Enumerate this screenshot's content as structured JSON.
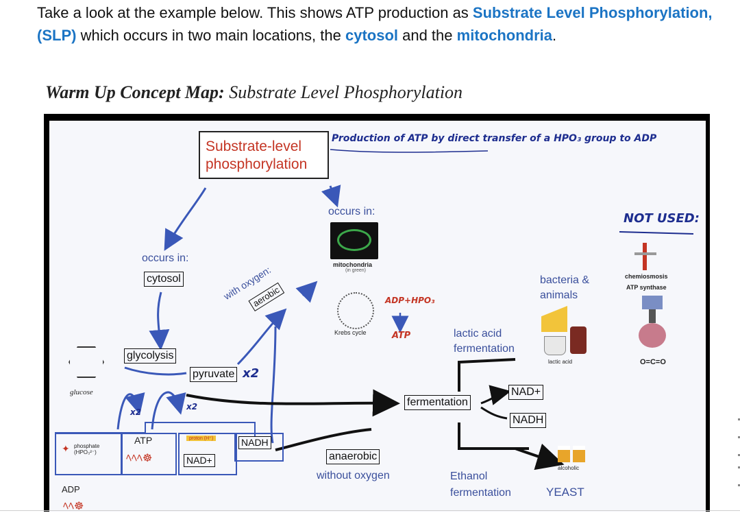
{
  "intro": {
    "part1": "Take a look at the example below. This shows ATP production as ",
    "slp": "Substrate Level Phosphorylation, (SLP)",
    "part2": " which occurs in two main locations, the ",
    "cytosol": "cytosol",
    "part3": " and the ",
    "mitochondria": "mitochondria",
    "part4": "."
  },
  "caption": {
    "bold": "Warm Up Concept Map:",
    "rest": " Substrate Level Phosphorylation"
  },
  "map": {
    "slp_box": "Substrate-level phosphorylation",
    "definition": "Production of ATP by direct transfer of a HPO₃ group to ADP",
    "not_used": "NOT USED:",
    "occurs_in_left": "occurs in:",
    "cytosol": "cytosol",
    "occurs_in_right": "occurs in:",
    "mitochondria_label": "mitochondria",
    "mitochondria_sub": "(in green)",
    "with_oxygen": "with oxygen:",
    "aerobic": "aerobic",
    "adp_hpo": "ADP+HPO₃",
    "atp_mid": "ATP",
    "krebs": "Krebs cycle",
    "bacteria": "bacteria & animals",
    "lactic_fermentation": "lactic acid fermentation",
    "lactic_acid": "lactic acid",
    "chemiosmosis": "chemiosmosis",
    "atp_synthase": "ATP synthase",
    "co2": "O=C=O",
    "glucose": "glucose",
    "glycolysis": "glycolysis",
    "pyruvate": "pyruvate",
    "x2_pyruvate": "x2",
    "x2_left": "x2",
    "x2_right": "x2",
    "nad_plus_top": "NAD+",
    "nadh_right": "NADH",
    "fermentation": "fermentation",
    "atp_bottom": "ATP",
    "proton": "proton (H⁺)",
    "nadh_left": "NADH",
    "nad_plus_bottom": "NAD+",
    "phosphate": "phosphate (HPO₃²⁻)",
    "adp": "ADP",
    "anaerobic": "anaerobic",
    "without_oxygen": "without oxygen",
    "ethanol_fermentation": "Ethanol fermentation",
    "alcoholic": "alcoholic",
    "yeast": "YEAST"
  },
  "colors": {
    "link_blue": "#1b74c4",
    "slp_red": "#c43524",
    "arrow_blue": "#3a58b8",
    "ink": "#111111"
  }
}
